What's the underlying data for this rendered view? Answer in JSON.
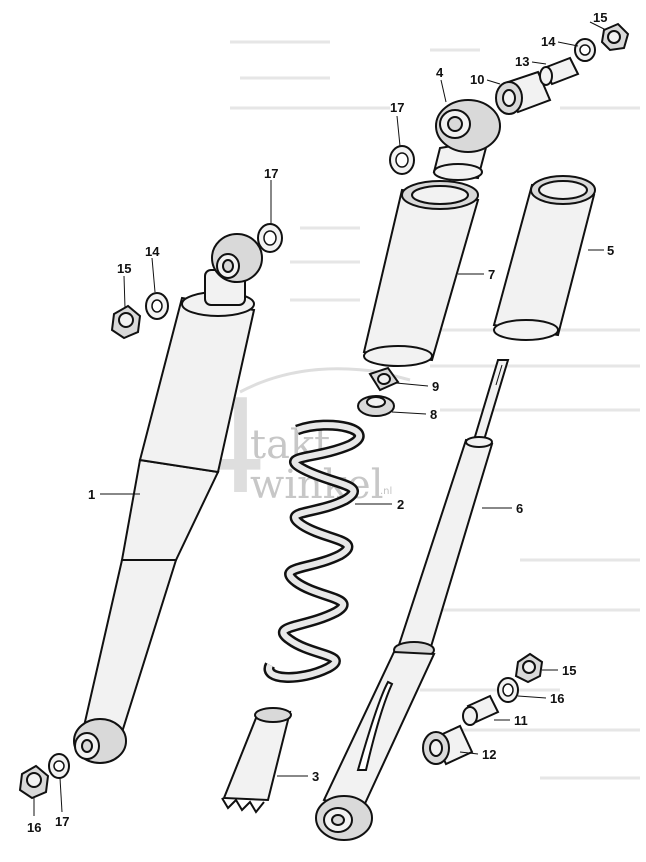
{
  "diagram": {
    "callouts": [
      {
        "id": "c1",
        "label": "1"
      },
      {
        "id": "c2",
        "label": "2"
      },
      {
        "id": "c3",
        "label": "3"
      },
      {
        "id": "c4",
        "label": "4"
      },
      {
        "id": "c5",
        "label": "5"
      },
      {
        "id": "c6",
        "label": "6"
      },
      {
        "id": "c7",
        "label": "7"
      },
      {
        "id": "c8",
        "label": "8"
      },
      {
        "id": "c9",
        "label": "9"
      },
      {
        "id": "c10",
        "label": "10"
      },
      {
        "id": "c11",
        "label": "11"
      },
      {
        "id": "c12",
        "label": "12"
      },
      {
        "id": "c13",
        "label": "13"
      },
      {
        "id": "c14a",
        "label": "14"
      },
      {
        "id": "c14b",
        "label": "14"
      },
      {
        "id": "c15a",
        "label": "15"
      },
      {
        "id": "c15b",
        "label": "15"
      },
      {
        "id": "c15c",
        "label": "15"
      },
      {
        "id": "c16a",
        "label": "16"
      },
      {
        "id": "c16b",
        "label": "16"
      },
      {
        "id": "c17a",
        "label": "17"
      },
      {
        "id": "c17b",
        "label": "17"
      }
    ]
  },
  "watermark": {
    "digit": "4",
    "line1": "takt",
    "line2": "winkel",
    "tld": ".nl"
  }
}
